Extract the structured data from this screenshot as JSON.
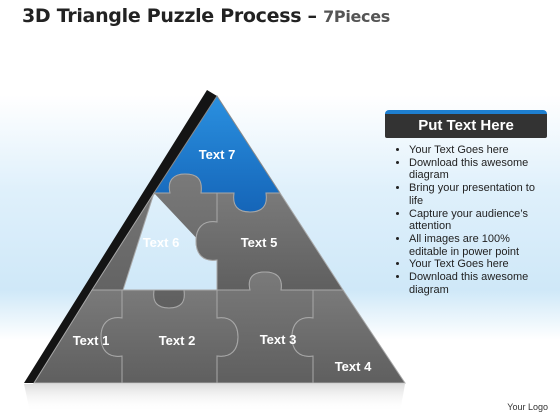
{
  "title": {
    "main": "3D Triangle Puzzle Process – ",
    "sub": "7Pieces"
  },
  "pieces": [
    {
      "id": 1,
      "label": "Text 1"
    },
    {
      "id": 2,
      "label": "Text 2"
    },
    {
      "id": 3,
      "label": "Text 3"
    },
    {
      "id": 4,
      "label": "Text 4"
    },
    {
      "id": 5,
      "label": "Text 5"
    },
    {
      "id": 6,
      "label": "Text 6"
    },
    {
      "id": 7,
      "label": "Text 7"
    }
  ],
  "panel": {
    "header": "Put Text Here",
    "bullets": [
      "Your Text Goes here",
      "Download this awesome diagram",
      "Bring your presentation to life",
      "Capture your audience’s attention",
      "All images are 100% editable in power point",
      "Your Text Goes here",
      "Download this awesome diagram"
    ]
  },
  "footer": {
    "logo": "Your Logo"
  },
  "colors": {
    "top_piece": "#1a78c9",
    "gray_piece": "#6c6c6c",
    "panel_accent": "#1e7fd0"
  }
}
